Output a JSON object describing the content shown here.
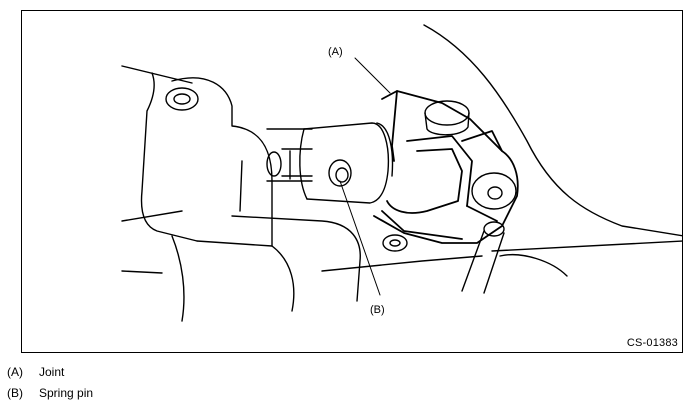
{
  "figure": {
    "callouts": [
      {
        "id": "A",
        "label": "(A)"
      },
      {
        "id": "B",
        "label": "(B)"
      }
    ],
    "code": "CS-01383"
  },
  "legend": [
    {
      "letter": "(A)",
      "text": "Joint"
    },
    {
      "letter": "(B)",
      "text": "Spring pin"
    }
  ]
}
